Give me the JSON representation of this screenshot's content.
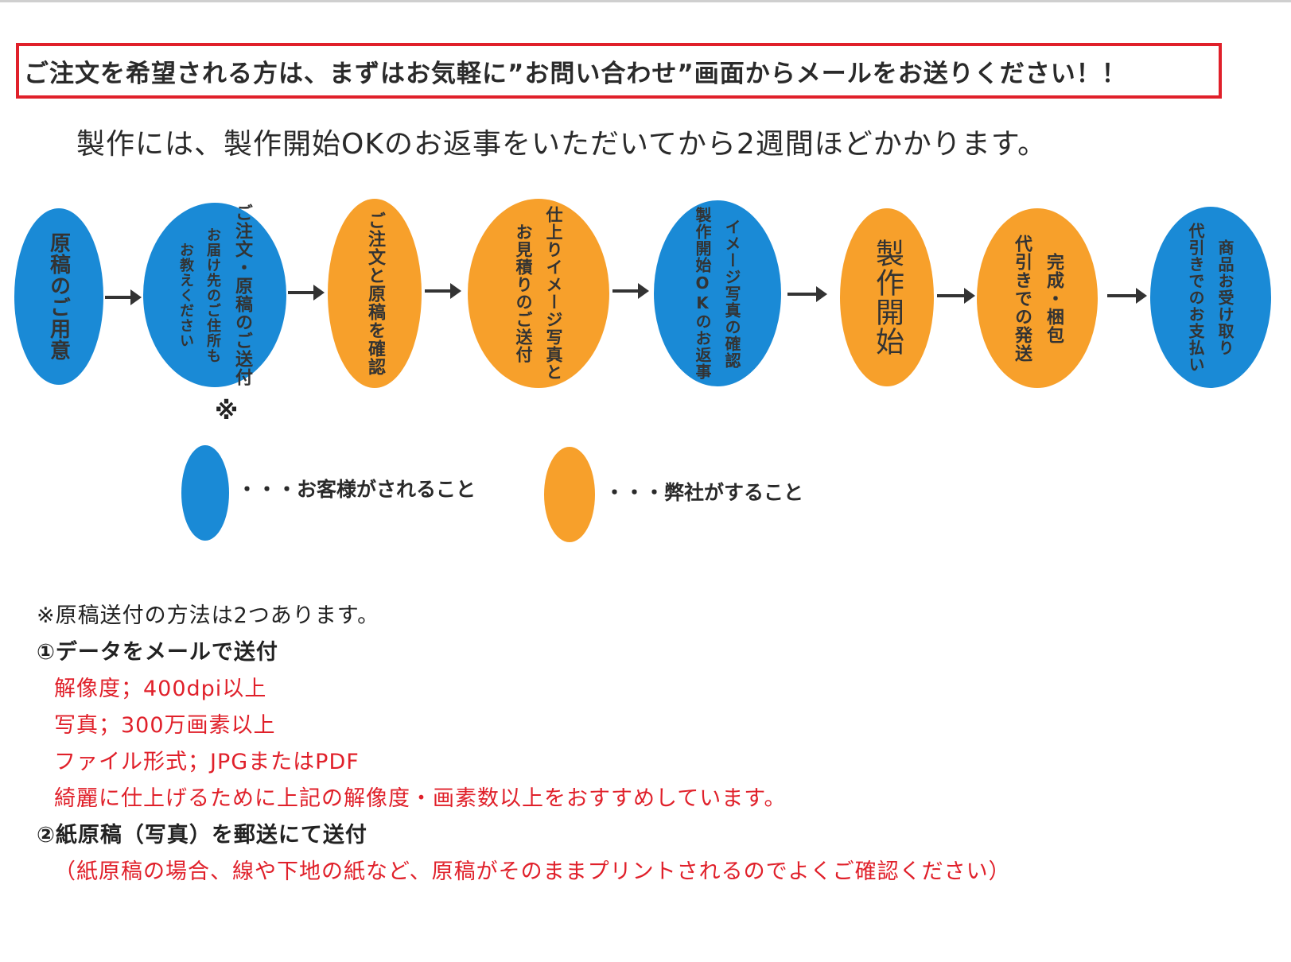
{
  "notice": "ご注文を希望される方は、まずはお気軽に”お問い合わせ”画面からメールをお送りください！！",
  "lead": "製作には、製作開始OKのお返事をいただいてから2週間ほどかかります。",
  "flow": {
    "nodes": [
      {
        "lines": [
          "原稿のご用意"
        ],
        "color": "#1a8ad6"
      },
      {
        "lines": [
          "ご注文・原稿のご送付",
          "お届け先のご住所も",
          "お教えください"
        ],
        "color": "#1a8ad6"
      },
      {
        "lines": [
          "ご注文と原稿を確認"
        ],
        "color": "#f7a02b"
      },
      {
        "lines": [
          "仕上りイメージ写真と",
          "お見積りのご送付"
        ],
        "color": "#f7a02b"
      },
      {
        "lines": [
          "イメージ写真の確認",
          "製作開始OKのお返事"
        ],
        "color": "#1a8ad6"
      },
      {
        "lines": [
          "製作開始"
        ],
        "color": "#f7a02b"
      },
      {
        "lines": [
          "完成・梱包",
          "代引きでの発送"
        ],
        "color": "#f7a02b"
      },
      {
        "lines": [
          "商品お受け取り",
          "代引きでのお支払い"
        ],
        "color": "#1a8ad6"
      }
    ],
    "asterisk": "※"
  },
  "legend": {
    "customer": {
      "color": "#1a8ad6",
      "label": "・・・お客様がされること"
    },
    "company": {
      "color": "#f7a02b",
      "label": "・・・弊社がすること"
    }
  },
  "notes": {
    "intro": "※原稿送付の方法は2つあります。",
    "method1": {
      "title": "①データをメールで送付",
      "items": [
        "解像度；400dpi以上",
        "写真；300万画素以上",
        "ファイル形式；JPGまたはPDF",
        "綺麗に仕上げるために上記の解像度・画素数以上をおすすめしています。"
      ]
    },
    "method2": {
      "title": "②紙原稿（写真）を郵送にて送付",
      "note": "（紙原稿の場合、線や下地の紙など、原稿がそのままプリントされるのでよくご確認ください）"
    },
    "accent_color": "#e0202a"
  }
}
